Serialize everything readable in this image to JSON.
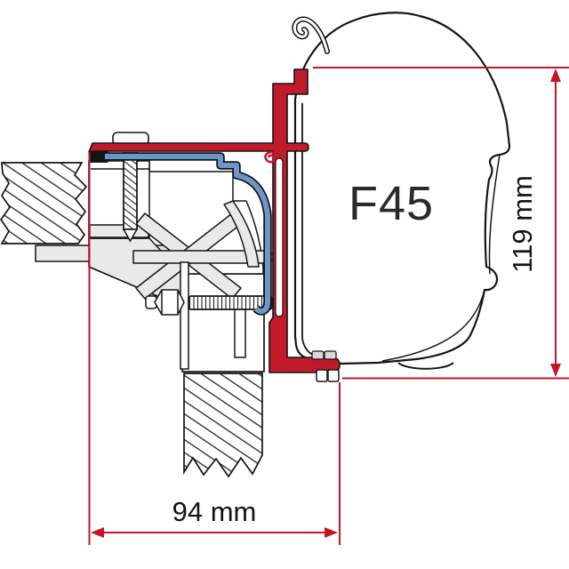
{
  "diagram": {
    "product_label": "F45",
    "dimensions": {
      "width": {
        "value": 94,
        "unit": "mm",
        "label": "94 mm"
      },
      "height": {
        "value": 119,
        "unit": "mm",
        "label": "119 mm"
      }
    },
    "colors": {
      "profile_red": "#c01a2b",
      "dimension_red": "#c41528",
      "seal_blue": "#6e96cb",
      "bracket_gray": "#e9e9e9",
      "line_black": "#151515",
      "background": "#ffffff"
    },
    "parts": [
      "vehicle-roof-section",
      "vehicle-wall-section",
      "adapter-bracket",
      "mounting-screw",
      "clamp-bolt-with-nut",
      "adapter-rail-profile",
      "seal-profile",
      "awning-case",
      "rain-guard-hook",
      "fixing-bolts"
    ]
  }
}
